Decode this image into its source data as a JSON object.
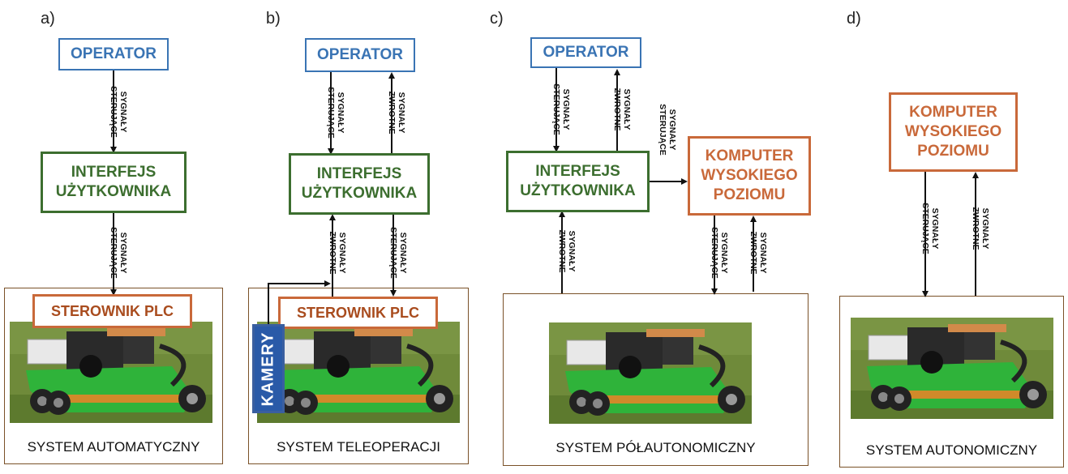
{
  "panels": {
    "a": {
      "letter": "a)",
      "operator": "OPERATOR",
      "ui": "INTERFEJS\nUŻYTKOWNIKA",
      "plc": "STEROWNIK PLC",
      "system": "SYSTEM AUTOMATYCZNY",
      "sig1": "SYGNAŁY\nSTERUJĄCE",
      "sig2": "SYGNAŁY\nSTERUJĄCE"
    },
    "b": {
      "letter": "b)",
      "operator": "OPERATOR",
      "ui": "INTERFEJS\nUŻYTKOWNIKA",
      "plc": "STEROWNIK PLC",
      "cameras": "KAMERY",
      "system": "SYSTEM TELEOPERACJI",
      "sig_ctrl_top": "SYGNAŁY\nSTERUJĄCE",
      "sig_fb_top": "SYGNAŁY\nZWROTNE",
      "sig_fb_bottom": "SYGNAŁY\nZWROTNE",
      "sig_ctrl_bottom": "SYGNAŁY\nSTERUJĄCE"
    },
    "c": {
      "letter": "c)",
      "operator": "OPERATOR",
      "ui": "INTERFEJS\nUŻYTKOWNIKA",
      "hl": "KOMPUTER\nWYSOKIEGO\nPOZIOMU",
      "system": "SYSTEM PÓŁAUTONOMICZNY",
      "sig_ctrl_top": "SYGNAŁY\nSTERUJĄCE",
      "sig_fb_top": "SYGNAŁY\nZWROTNE",
      "sig_ctrl_mid": "SYGNAŁY\nSTERUJĄCE",
      "sig_fb_left": "SYGNAŁY\nZWROTNE",
      "sig_ctrl_right": "SYGNAŁY\nSTERUJĄCE",
      "sig_fb_right": "SYGNAŁY\nZWROTNE"
    },
    "d": {
      "letter": "d)",
      "hl": "KOMPUTER\nWYSOKIEGO\nPOZIOMU",
      "system": "SYSTEM AUTONOMICZNY",
      "sig_ctrl": "SYGNAŁY\nSTERUJĄCE",
      "sig_fb": "SYGNAŁY\nZWROTNE"
    }
  },
  "colors": {
    "operator": "#3a74b4",
    "user_interface": "#3c6e2f",
    "high_level": "#c9693a",
    "plc": "#c9693a",
    "cameras": "#2a5aa8",
    "system_border": "#7a5128"
  }
}
